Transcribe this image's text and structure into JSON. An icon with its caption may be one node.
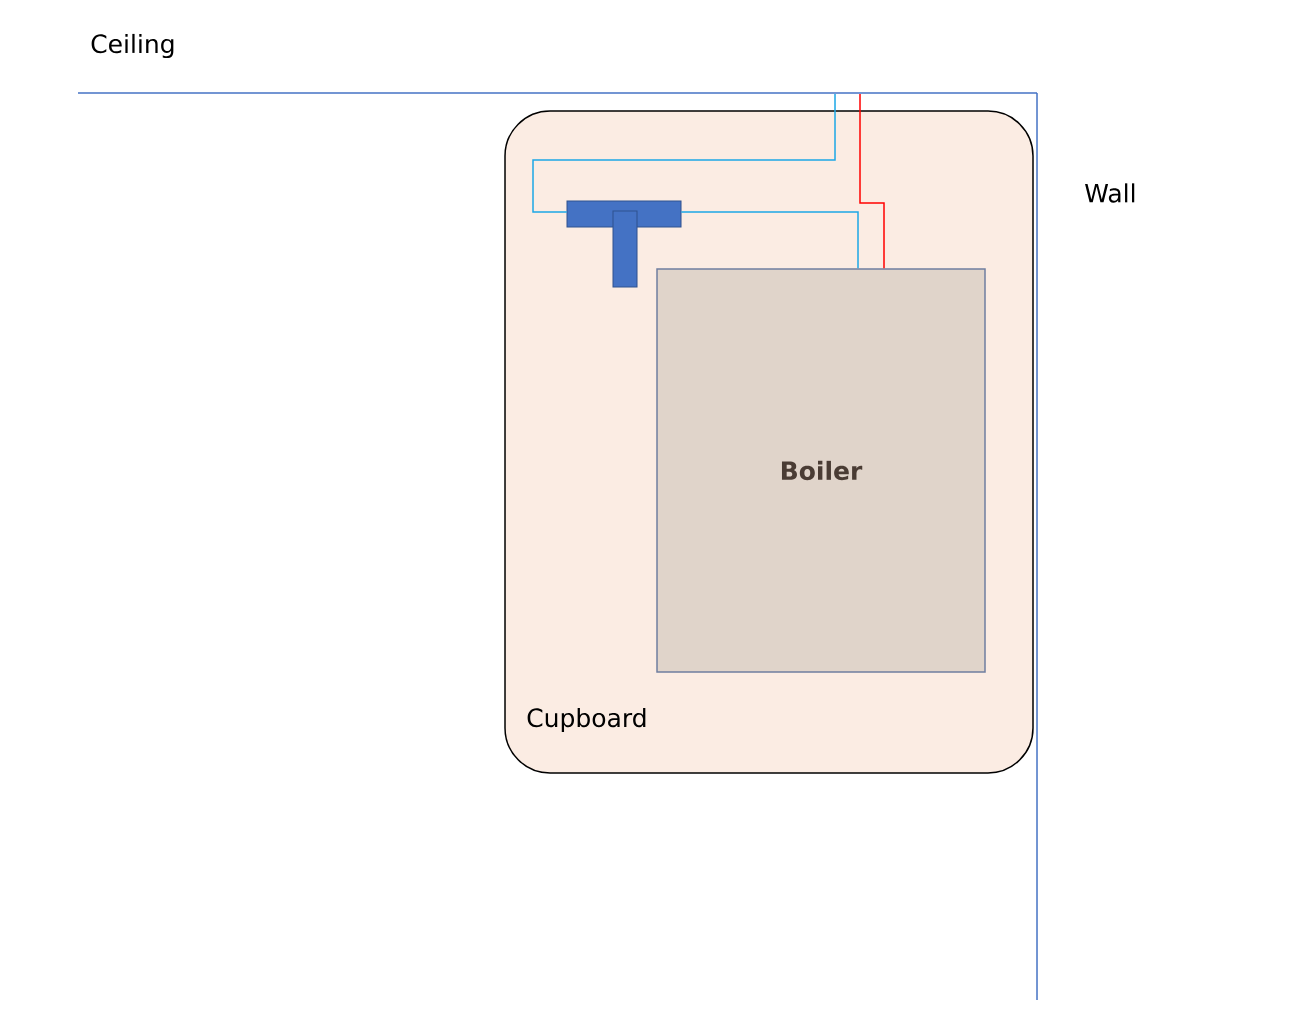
{
  "diagram": {
    "nodes": [
      {
        "text": [
          "Cupboard"
        ]
      },
      {
        "text": [],
        "shape": "tee",
        "in": 0
      },
      {
        "text": [
          "Boiler"
        ],
        "in": 0
      }
    ],
    "edges": [
      {
        "from": null,
        "to": 1,
        "arrow": "none"
      },
      {
        "from": 1,
        "to": 2,
        "arrow": "none"
      },
      {
        "from": null,
        "to": 2,
        "arrow": "none",
        "color": "#ff0000"
      }
    ],
    "labels": [
      "Ceiling",
      "Wall"
    ]
  }
}
